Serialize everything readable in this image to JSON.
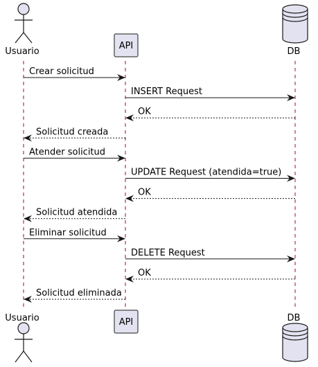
{
  "participants": {
    "user": {
      "label": "Usuario",
      "kind": "actor"
    },
    "api": {
      "label": "API",
      "kind": "participant"
    },
    "db": {
      "label": "DB",
      "kind": "database"
    }
  },
  "messages": [
    {
      "from": "user",
      "to": "api",
      "label": "Crear solicitud",
      "style": "solid"
    },
    {
      "from": "api",
      "to": "db",
      "label": "INSERT Request",
      "style": "solid"
    },
    {
      "from": "db",
      "to": "api",
      "label": "OK",
      "style": "dashed"
    },
    {
      "from": "api",
      "to": "user",
      "label": "Solicitud creada",
      "style": "dashed"
    },
    {
      "from": "user",
      "to": "api",
      "label": "Atender solicitud",
      "style": "solid"
    },
    {
      "from": "api",
      "to": "db",
      "label": "UPDATE Request (atendida=true)",
      "style": "solid"
    },
    {
      "from": "db",
      "to": "api",
      "label": "OK",
      "style": "dashed"
    },
    {
      "from": "api",
      "to": "user",
      "label": "Solicitud atendida",
      "style": "dashed"
    },
    {
      "from": "user",
      "to": "api",
      "label": "Eliminar solicitud",
      "style": "solid"
    },
    {
      "from": "api",
      "to": "db",
      "label": "DELETE Request",
      "style": "solid"
    },
    {
      "from": "db",
      "to": "api",
      "label": "OK",
      "style": "dashed"
    },
    {
      "from": "api",
      "to": "user",
      "label": "Solicitud eliminada",
      "style": "dashed"
    }
  ],
  "colors": {
    "participant_fill": "#e2e2f0",
    "border": "#181818",
    "lifeline": "#a80036"
  }
}
